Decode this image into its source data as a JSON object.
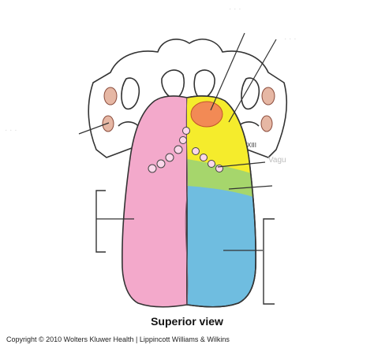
{
  "figure": {
    "caption": "Superior view",
    "copyright": "Copyright © 2010 Wolters Kluwer Health | Lippincott Williams & Wilkins",
    "small_labels": {
      "xiii": "XIII",
      "vagus": "Vagu"
    }
  },
  "colors": {
    "pink": "#f3a9cb",
    "yellow": "#f5ec2c",
    "green": "#a6d66c",
    "blue": "#6fbde0",
    "orange": "#f28a55",
    "bone": "#ffffff",
    "outline": "#333333"
  }
}
